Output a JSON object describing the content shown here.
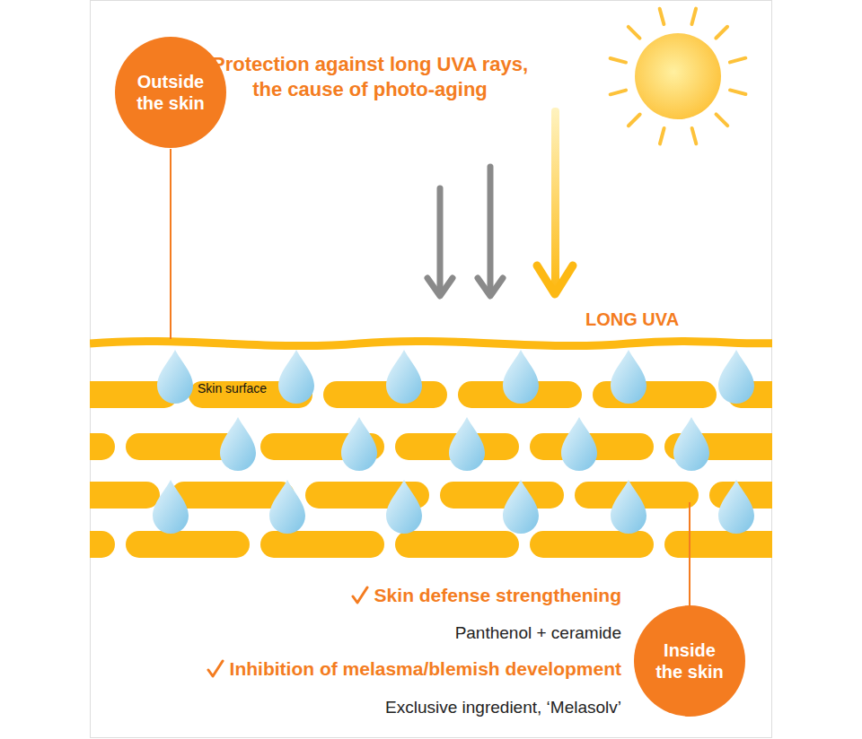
{
  "diagram": {
    "nodes": [
      {
        "text": [
          "Outside the skin"
        ]
      },
      {
        "text": [
          "Inside the skin"
        ]
      }
    ],
    "labels": [
      "Protection against long UVA rays, the cause of photo-aging",
      "LONG UVA",
      "Skin surface",
      "Skin defense strengthening",
      "Panthenol + ceramide",
      "Inhibition of melasma/blemish development",
      "Exclusive ingredient, ‘Melasolv’"
    ]
  }
}
